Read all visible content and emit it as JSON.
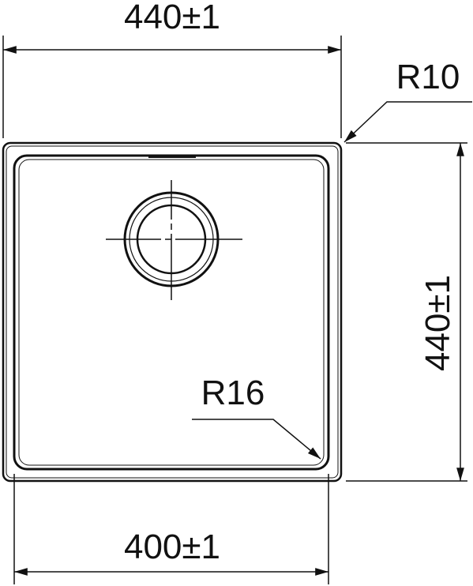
{
  "dimensions": {
    "outer_width": "440±1",
    "outer_height": "440±1",
    "inner_width": "400±1",
    "outer_corner_radius": "R10",
    "inner_corner_radius": "R16"
  },
  "colors": {
    "stroke": "#111111",
    "background": "#ffffff"
  }
}
